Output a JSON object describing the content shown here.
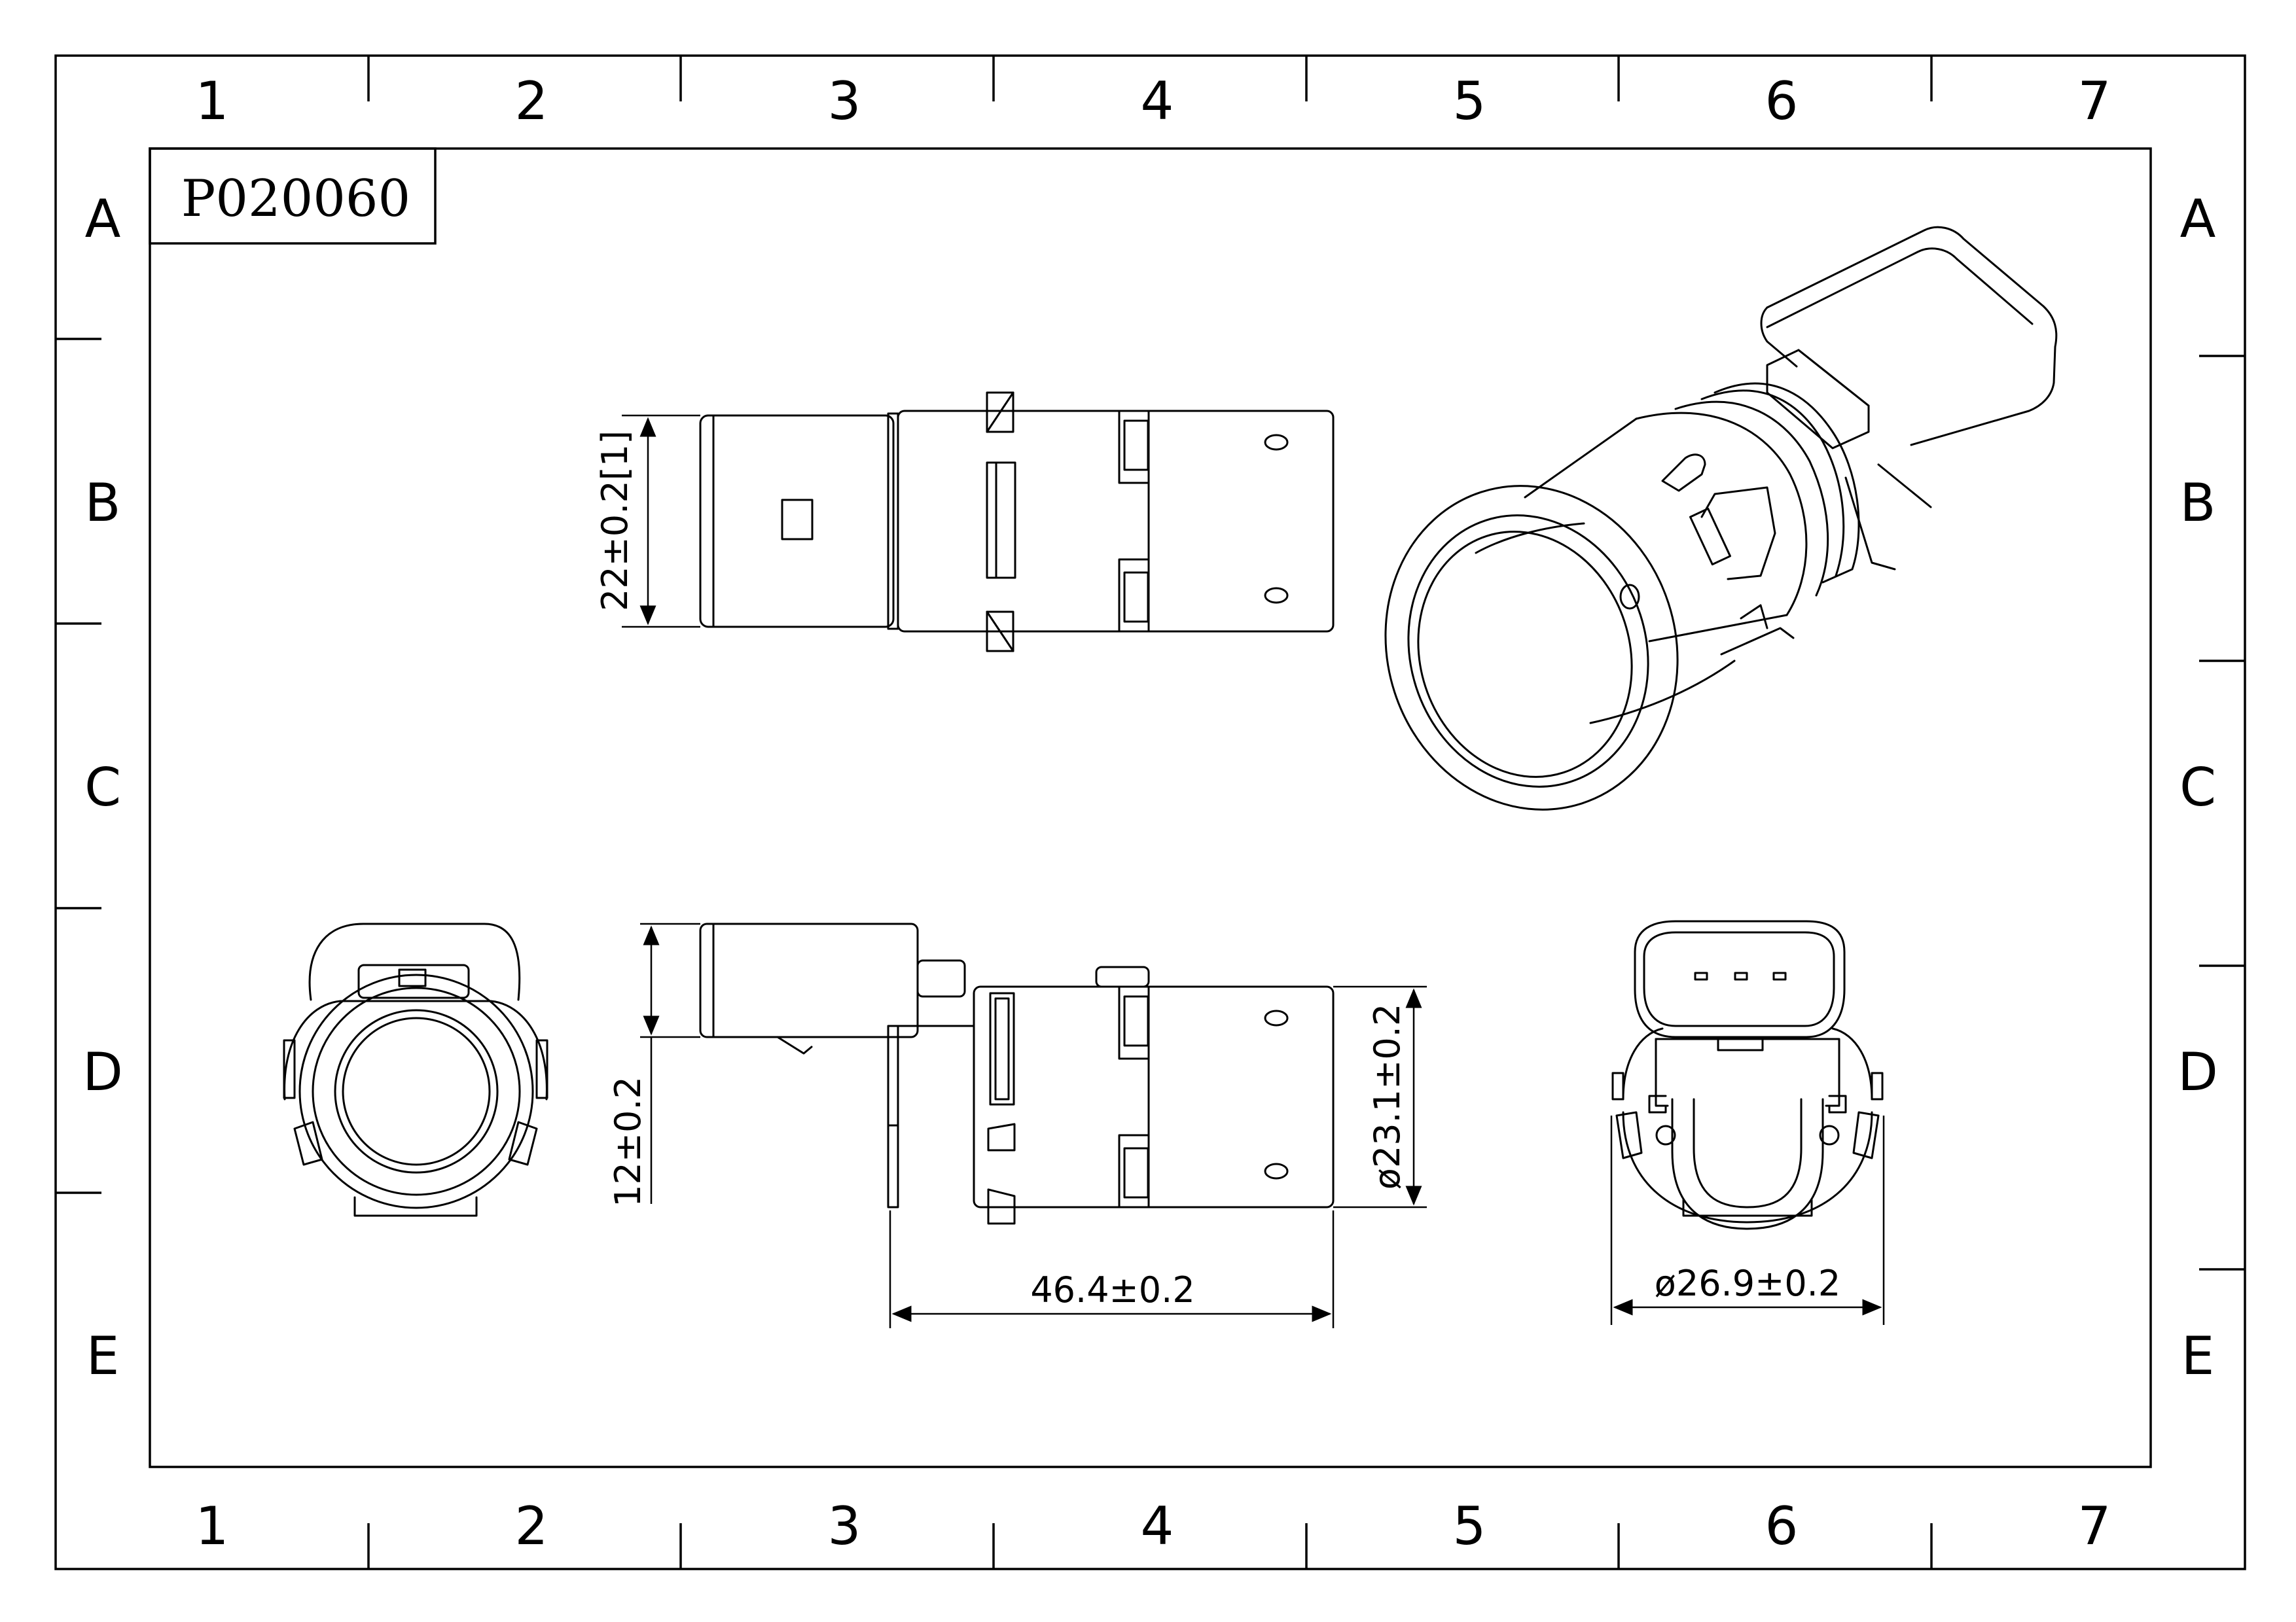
{
  "part_number": "P020060",
  "zones": {
    "columns": [
      "1",
      "2",
      "3",
      "4",
      "5",
      "6",
      "7"
    ],
    "rows": [
      "A",
      "B",
      "C",
      "D",
      "E"
    ]
  },
  "dimensions": {
    "height_top_view": "22±0.2[1]",
    "connector_offset": "12±0.2",
    "body_length": "46.4±0.2",
    "body_diameter": "ø23.1±0.2",
    "flange_diameter": "ø26.9±0.2"
  }
}
